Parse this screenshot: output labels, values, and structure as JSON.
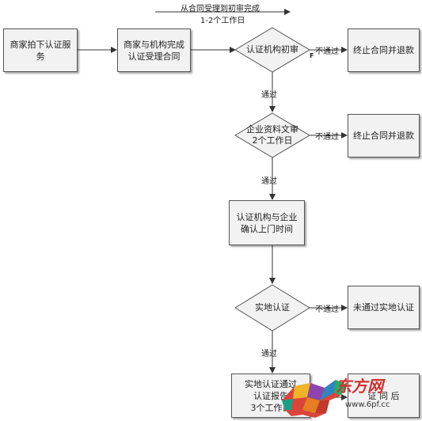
{
  "header": {
    "line1": "从合同受理到初审完成",
    "line2": "1-2个工作日"
  },
  "nodes": {
    "apply": "商家拍下认证服务",
    "accept": "商家与机构完成认证受理合同",
    "initial_review": "认证机构初审",
    "terminate_1": "终止合同并退款",
    "doc_review": "企业资料文审\n2个工作日",
    "terminate_2": "终止合同并退款",
    "schedule": "认证机构与企业确认上门时间",
    "onsite": "实地认证",
    "onsite_fail": "未通过实地认证",
    "onsite_pass": "实地认证通过\n认证报告\n3个工作日",
    "report_right": "证     同     后"
  },
  "labels": {
    "fail_1": "不通过",
    "fail_2": "不通过",
    "fail_3": "不通过",
    "pass_1": "通过",
    "pass_2": "通过",
    "pass_3": "通过",
    "stray_f": "F"
  },
  "watermark": {
    "brand": "东方网",
    "url": "www.6pf.cc"
  }
}
